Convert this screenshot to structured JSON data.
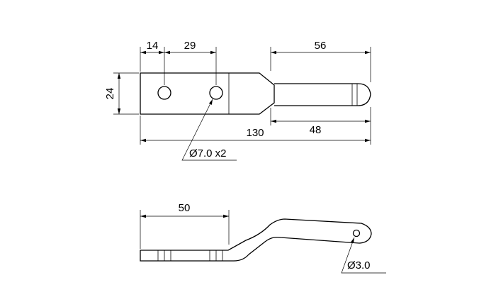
{
  "dimensions": {
    "hole_offset": "14",
    "hole_pitch": "29",
    "pin_length": "56",
    "width": "24",
    "overall_length": "130",
    "pin_reach": "48",
    "hole_callout": "Ø7.0 x2",
    "side_length": "50",
    "small_hole": "Ø3.0"
  }
}
